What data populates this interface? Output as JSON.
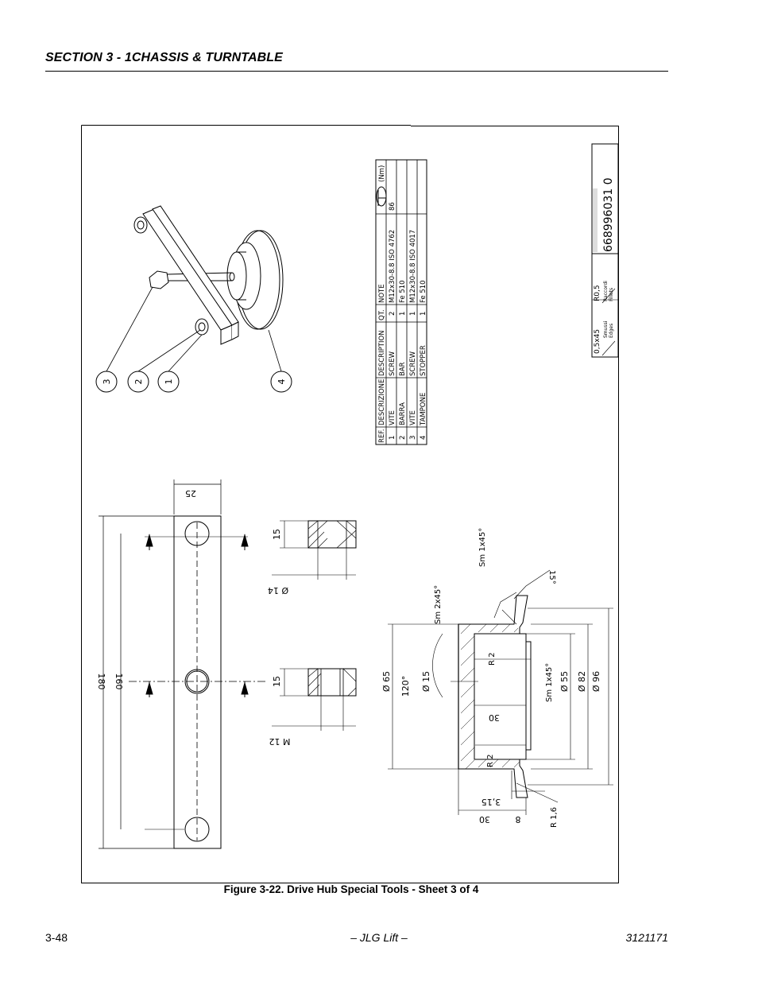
{
  "header": {
    "section_title": "SECTION 3 - 1CHASSIS & TURNTABLE"
  },
  "drawing": {
    "parts_table": {
      "headers": [
        "REF.",
        "DESCRIZIONE",
        "DESCRIPTION",
        "QT.",
        "NOTE"
      ],
      "rows": [
        [
          "1",
          "VITE",
          "SCREW",
          "2",
          "M12x30-8.8 ISO 4762"
        ],
        [
          "2",
          "BARRA",
          "BAR",
          "1",
          "Fe 510"
        ],
        [
          "3",
          "VITE",
          "SCREW",
          "1",
          "M12x30-8.8 ISO 4017"
        ],
        [
          "4",
          "TAMPONE",
          "STOPPER",
          "1",
          "Fe 510"
        ]
      ],
      "torque_header": "(Nm)",
      "torque_value": "86"
    },
    "callouts": [
      "3",
      "2",
      "1",
      "4"
    ],
    "drawing_number": "668996031 0",
    "title_block": {
      "chamfer": "0,5x45",
      "chamfer_label1": "Smussi",
      "chamfer_label2": "Edges",
      "fillet": "R0,5",
      "fillet_label1": "Raccordi",
      "fillet_label2": "Fillets"
    },
    "bar_dims": {
      "overall_length": "180",
      "hole_spacing": "160",
      "width": "25",
      "hole_diameter": "Ø 14",
      "thread": "M 12",
      "depth_a": "15",
      "depth_b": "15"
    },
    "stopper_dims": {
      "chamfer_top": "Sm 1x45°",
      "chamfer_mid": "Sm 2x45°",
      "angle_15": "15°",
      "radius_2a": "R 2",
      "chamfer_inner": "Sm 1x45°",
      "dia_65": "Ø 65",
      "angle_120": "120°",
      "dia_15": "Ø 15",
      "dia_55": "Ø 55",
      "dia_82": "Ø 82",
      "dia_96": "Ø 96",
      "depth_30": "30",
      "radius_2b": "R 2",
      "len_30": "30",
      "len_8": "8",
      "len_3_15": "3,15",
      "radius_1_6": "R 1,6"
    }
  },
  "figure_caption": "Figure 3-22.  Drive Hub Special Tools - Sheet 3 of 4",
  "footer": {
    "page_number": "3-48",
    "publisher": "– JLG Lift –",
    "doc_number": "3121171"
  }
}
